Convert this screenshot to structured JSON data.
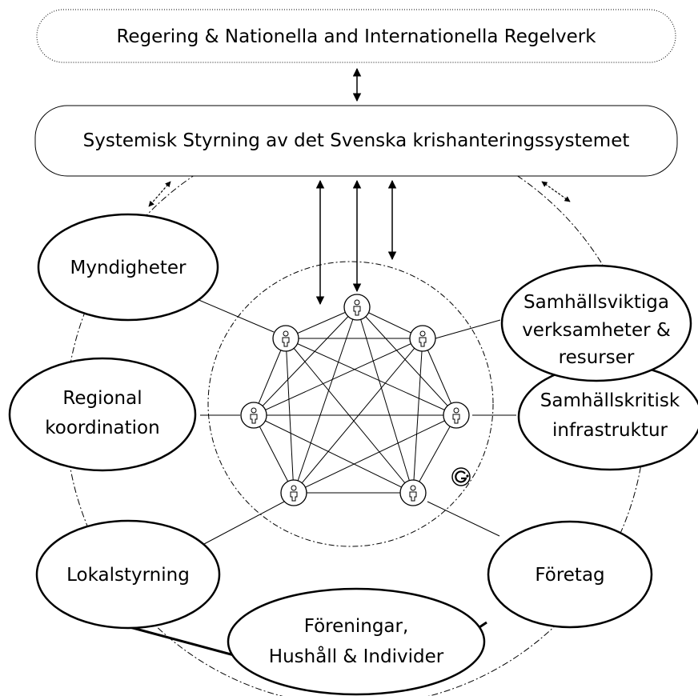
{
  "top_box": {
    "label": "Regering & Nationella and Internationella Regelverk"
  },
  "system_box": {
    "label": "Systemisk Styrning av det Svenska krishanteringssystemet"
  },
  "actors": {
    "myndigheter": {
      "lines": [
        "Myndigheter"
      ]
    },
    "regional": {
      "lines": [
        "Regional",
        "koordination"
      ]
    },
    "lokal": {
      "lines": [
        "Lokalstyrning"
      ]
    },
    "foreningar": {
      "lines": [
        "Föreningar,",
        "Hushåll & Individer"
      ]
    },
    "foretag": {
      "lines": [
        "Företag"
      ]
    },
    "samhallskritisk": {
      "lines": [
        "Samhällskritisk",
        "infrastruktur"
      ]
    },
    "samhallsviktiga": {
      "lines": [
        "Samhällsviktiga",
        "verksamheter &",
        "resurser"
      ]
    }
  },
  "network": {
    "node_count": 7,
    "node_icon": "person-icon"
  },
  "logo": {
    "icon": "g-logo-icon"
  }
}
